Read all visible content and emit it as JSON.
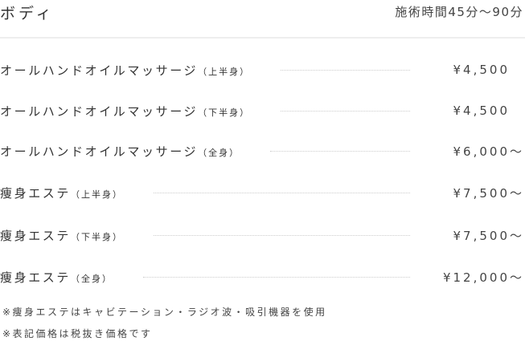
{
  "header": {
    "title": "ボディ",
    "duration": "施術時間45分〜90分"
  },
  "items": [
    {
      "name": "オールハンドオイルマッサージ",
      "sub": "（上半身）",
      "price": "¥4,500"
    },
    {
      "name": "オールハンドオイルマッサージ",
      "sub": "（下半身）",
      "price": "¥4,500"
    },
    {
      "name": "オールハンドオイルマッサージ",
      "sub": "（全身）",
      "price": "¥6,000〜"
    },
    {
      "name": "痩身エステ",
      "sub": "（上半身）",
      "price": "¥7,500〜"
    },
    {
      "name": "痩身エステ",
      "sub": "（下半身）",
      "price": "¥7,500〜"
    },
    {
      "name": "痩身エステ",
      "sub": "（全身）",
      "price": "¥12,000〜"
    }
  ],
  "notes": [
    "※痩身エステはキャビテーション・ラジオ波・吸引機器を使用",
    "※表記価格は税抜き価格です"
  ]
}
